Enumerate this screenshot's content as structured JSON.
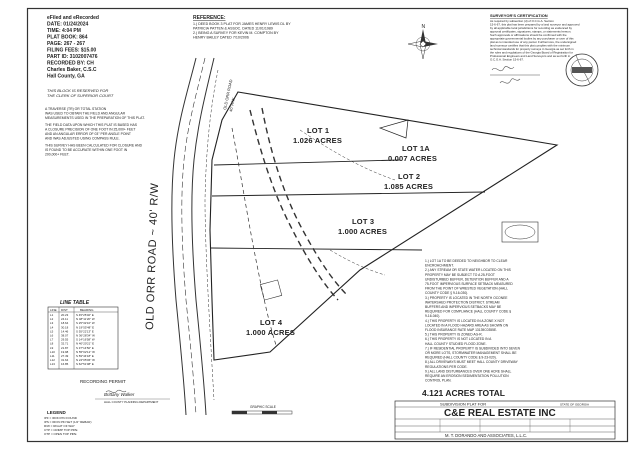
{
  "recording_stamp": {
    "lines": [
      "eFiled and eRecorded",
      "DATE: 01/24/2024",
      "TIME: 4:04 PM",
      "PLAT BOOK: 864",
      "PAGE: 267 - 267",
      "FILING FEES: $15.00",
      "PART ID: 3102007476",
      "RECORDED BY: CH",
      "Charles Baker, C.S.C",
      "Hall County, GA"
    ]
  },
  "clerk_block": [
    "THIS BLOCK IS RESERVED FOR",
    "THE CLERK OF SUPERIOR COURT"
  ],
  "reference_title": "REFERENCE:",
  "reference_lines": [
    "1.) DEED BOOK 3 PLAT FOR JAMES HENRY LEWIS DL BY",
    "    PATRICIA PATTEN & ASSOC. DATED 11/01/1989",
    "2.) BEING A SURVEY FOR KEVIN M. COMPTON BY",
    "    HENRY BAILEY DATED 7/10/2006"
  ],
  "surveyor_cert": {
    "title": "SURVEYOR'S CERTIFICATION",
    "lines": [
      "As required by subsection (d) of O.C.G.A. Section",
      "15-6-67, this plat has been prepared by a land surveyor and approved",
      "by all applicable local jurisdictions for recording as evidenced by",
      "approval certificates, signatures, stamps, or statements hereon.",
      "Such approvals or affirmations should be confirmed with the",
      "appropriate governmental bodies by any purchaser or user of this",
      "plat as to intended use of any parcel. Furthermore, the undersigned",
      "land surveyor certifies that this plat complies with the minimum",
      "technical standards for property surveys in Georgia as set forth in",
      "the rules and regulations of the Georgia Board of Registration for",
      "Professional Engineers and Land Surveyors and as set forth in",
      "O.C.G.A. Section 15-6-67."
    ]
  },
  "notes_left": [
    "A TRAVERSE (TR) OR TOTAL STATION",
    "WAS USED TO OBTAIN THE FIELD AND ANGULAR",
    "MEASUREMENTS USED IN THE PREPARATION OF THIS PLAT.",
    "THE FIELD DATA UPON WHICH THIS PLAT IS BASED HAS",
    "A CLOSURE PRECISION OF ONE FOOT IN 25,000+ FEET",
    "AND AN ANGULAR ERROR OF 03\" PER ANGLE POINT",
    "AND WAS ADJUSTED USING COMPASS RULE.",
    "THIS SURVEY HAS BEEN CALCULATED FOR CLOSURE AND",
    "IS FOUND TO BE ACCURATE WITHIN ONE FOOT IN",
    "200,000+ FEET."
  ],
  "road_label": "OLD ORR ROAD ~ 40' R/W",
  "road_small_1": "OLD ORR ROAD",
  "road_small_2": "40' R/W",
  "lots": [
    {
      "name": "LOT 1",
      "acres": "1.026 ACRES"
    },
    {
      "name": "LOT 1A",
      "acres": "0.007 ACRES"
    },
    {
      "name": "LOT 2",
      "acres": "1.085 ACRES"
    },
    {
      "name": "LOT 3",
      "acres": "1.000 ACRES"
    },
    {
      "name": "LOT 4",
      "acres": "1.000 ACRES"
    }
  ],
  "line_table": {
    "title": "LINE TABLE",
    "headers": [
      "LINE",
      "DIST",
      "BEARING"
    ],
    "rows": [
      [
        "L1",
        "20.23",
        "S 45°25'40\" E"
      ],
      [
        "L2",
        "24.11",
        "N 48°11'20\" W"
      ],
      [
        "L3",
        "18.64",
        "S 25°32'10\" W"
      ],
      [
        "L4",
        "30.18",
        "N 19°55'48\" E"
      ],
      [
        "L5",
        "14.46",
        "S 55°22'13\" E"
      ],
      [
        "L6",
        "38.07",
        "N 36°28'34\" W"
      ],
      [
        "L7",
        "29.55",
        "S 14°16'58\" W"
      ],
      [
        "L8",
        "32.71",
        "N 40°20'21\" E"
      ],
      [
        "L9",
        "21.87",
        "S 37°14'50\" E"
      ],
      [
        "L10",
        "19.98",
        "N 55°02'12\" W"
      ],
      [
        "L11",
        "27.49",
        "S 59°44'18\" E"
      ],
      [
        "L12",
        "31.64",
        "N 24°05'06\" W"
      ],
      [
        "L13",
        "16.85",
        "S 62°51'08\" E"
      ]
    ]
  },
  "recording_permit": "RECORDING PERMIT",
  "signature": "Brittany Walker",
  "signature_line": "HALL COUNTY PLANNING DEPARTMENT",
  "legend": {
    "title": "LEGEND",
    "lines": [
      "IPF = IRON PIN FOUND",
      "IPS = IRON PIN SET (1/2\" REBAR)",
      "R/W = RIGHT OF WAY",
      "CTP = CRIMP TOP PIPE",
      "OTP = OPEN TOP PIPE"
    ]
  },
  "notes_right": [
    "1.) LOT 1A TO BE DEEDED TO NEIGHBOR TO CLEAR",
    "    ENCROACHMENT.",
    "2.) ANY STREAM OR STATE WATER LOCATED ON THIS",
    "    PROPERTY MAY BE SUBJECT TO A 25-FOOT",
    "    UNDISTURBED BUFFER, DETENTION BUFFER AND A",
    "    75-FOOT IMPERVIOUS SURFACE SETBACK MEASURED",
    "    FROM THE POINT OF WRESTED VEGETATION (HALL",
    "    COUNTY CODE § 9-16-030).",
    "3.) PROPERTY IS LOCATED IN THE NORTH OCONEE",
    "    WATERSHED PROTECTION DISTRICT. STREAM",
    "    BUFFERS AND IMPERVIOUS SETBACKS MAY BE",
    "    REQUIRED FOR COMPLIANCE (HALL COUNTY CODE §",
    "    9-16-040).",
    "4.) THIS PROPERTY IS LOCATED IN A ZONE X NOT",
    "    LOCATED IN A FLOOD HAZARD AREA AS SHOWN ON",
    "    FLOOD INSURANCE RATE MAP 13139C0355E.",
    "5.) THIS PROPERTY IS ZONED AG-R.",
    "6.) THIS PROPERTY IS NOT LOCATED IN A",
    "    HALL COUNTY STUDIED FLOOD ZONE.",
    "7.) IF RESIDENTIAL PROPERTY IS SUBDIVIDED INTO SEVEN",
    "    OR MORE LOTS, STORMWATER MANAGEMENT SHALL BE",
    "    REQUIRED (HALL COUNTY CODE § 9-23-020).",
    "8.) ALL DRIVEWAYS MUST MEET HALL COUNTY DRIVEWAY",
    "    REGULATIONS PER CODE.",
    "9.) ALL LAND DISTURBANCES OVER ONE ACRE SHALL",
    "    REQUIRE AN EROSION SEDIMENTATION POLLUTION",
    "    CONTROL PLAN."
  ],
  "total_acres": "4.121 ACRES TOTAL",
  "title_block": {
    "heading": "SUBDIVISION PLAT FOR",
    "state": "STATE OF GEORGIA",
    "owner": "C&E REAL ESTATE INC",
    "surveyor": "M. T. DORANDO AND ASSOCIATES, L.L.C."
  },
  "graphic_scale": "GRAPHIC SCALE",
  "north": "N"
}
